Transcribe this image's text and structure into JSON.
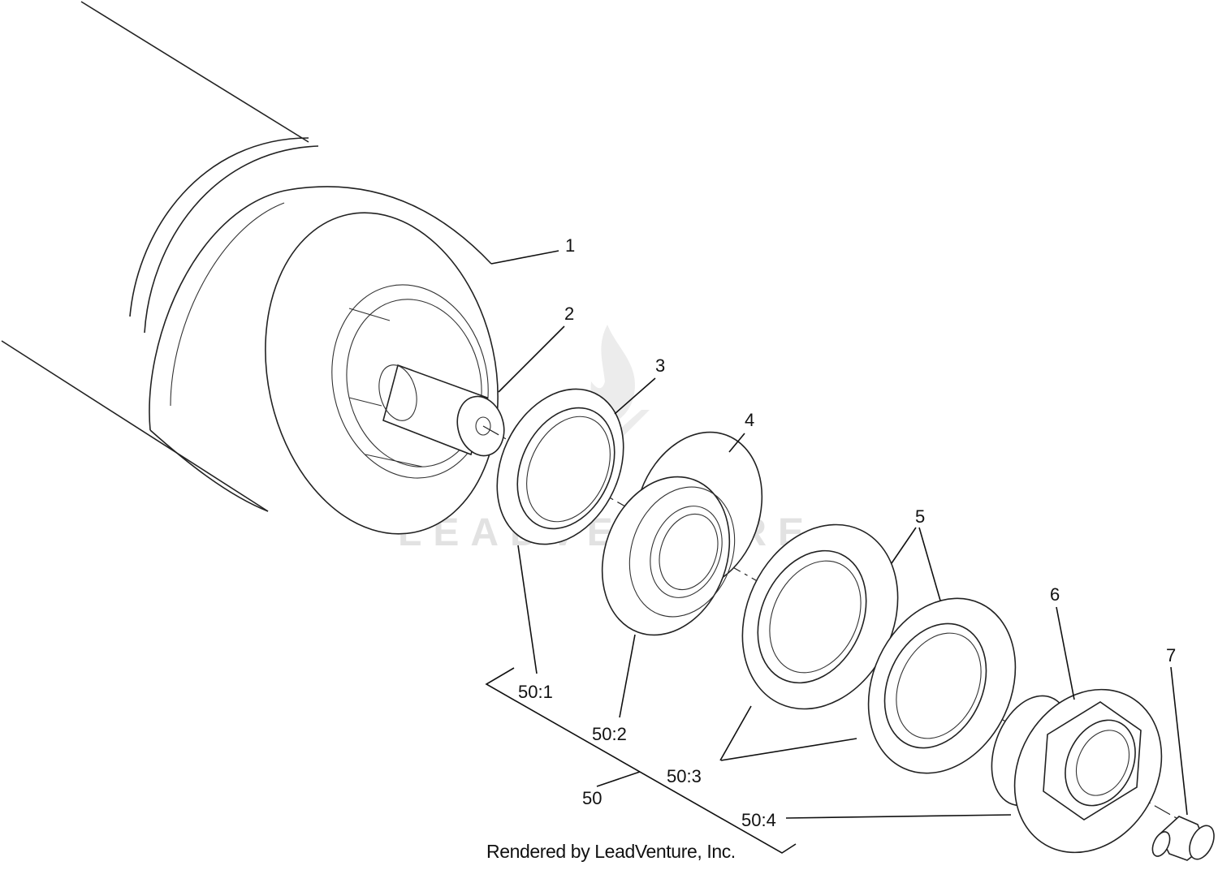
{
  "watermark": {
    "text": "LEADVENTURE"
  },
  "credit": "Rendered by LeadVenture, Inc.",
  "callouts": {
    "c1": "1",
    "c2": "2",
    "c3": "3",
    "c4": "4",
    "c5": "5",
    "c6": "6",
    "c7": "7",
    "c50_1": "50:1",
    "c50_2": "50:2",
    "c50_3": "50:3",
    "c50_4": "50:4",
    "c50": "50"
  },
  "parts": [
    {
      "ref": "1",
      "name": "roller"
    },
    {
      "ref": "2",
      "name": "shaft"
    },
    {
      "ref": "3",
      "name": "washer"
    },
    {
      "ref": "4",
      "name": "bearing"
    },
    {
      "ref": "5",
      "name": "seals"
    },
    {
      "ref": "6",
      "name": "nut"
    },
    {
      "ref": "7",
      "name": "grease-fitting"
    }
  ]
}
